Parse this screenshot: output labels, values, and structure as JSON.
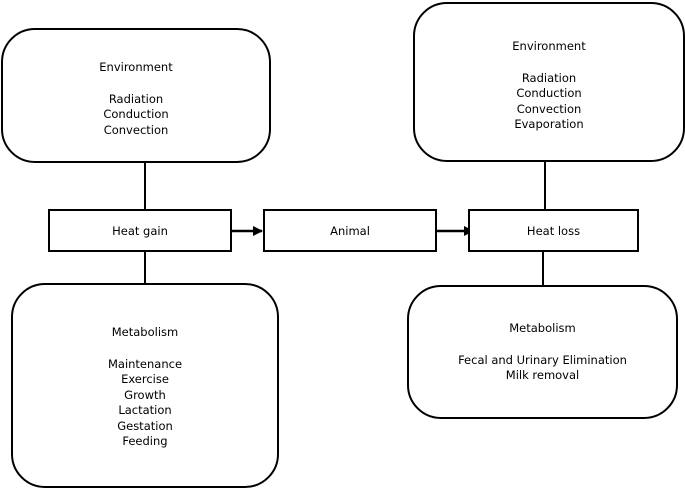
{
  "boxes": {
    "env_gain": {
      "title": "Environment",
      "items": [
        "Radiation",
        "Conduction",
        "Convection"
      ]
    },
    "env_loss": {
      "title": "Environment",
      "items": [
        "Radiation",
        "Conduction",
        "Convection",
        "Evaporation"
      ]
    },
    "heat_gain": {
      "label": "Heat gain"
    },
    "animal": {
      "label": "Animal"
    },
    "heat_loss": {
      "label": "Heat loss"
    },
    "met_gain": {
      "title": "Metabolism",
      "items": [
        "Maintenance",
        "Exercise",
        "Growth",
        "Lactation",
        "Gestation",
        "Feeding"
      ]
    },
    "met_loss": {
      "title": "Metabolism",
      "items": [
        "Fecal and Urinary Elimination",
        "Milk removal"
      ]
    }
  }
}
